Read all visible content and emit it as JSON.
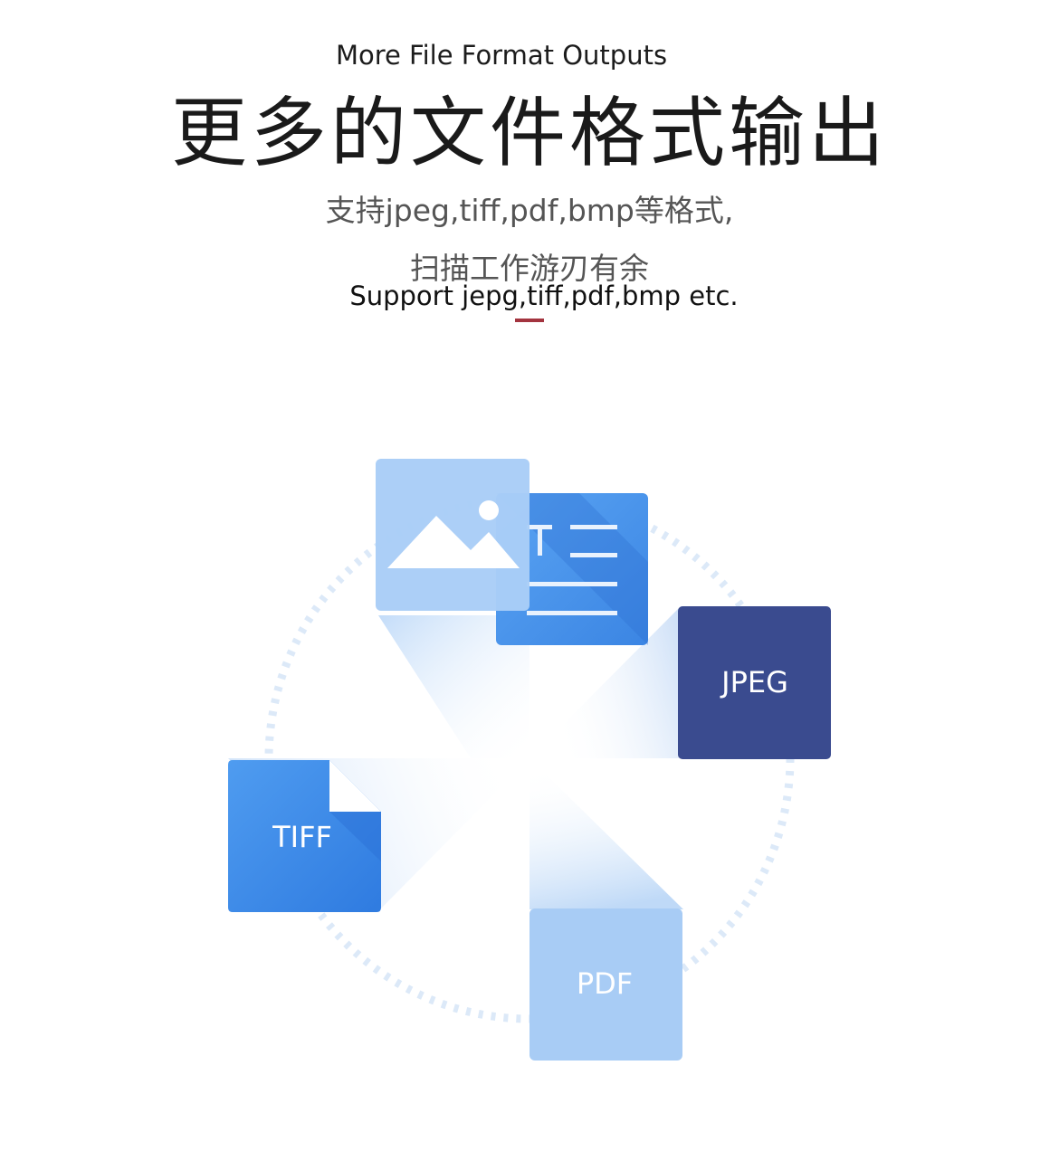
{
  "header": {
    "subtitle_en": "More File Format Outputs",
    "title_zh": "更多的文件格式输出"
  },
  "description": {
    "line1_zh": "支持jpeg,tiff,pdf,bmp等格式,",
    "line2_zh": "扫描工作游刃有余",
    "line_en": "Support jepg,tiff,pdf,bmp etc."
  },
  "files": {
    "jpeg": "JPEG",
    "tiff": "TIFF",
    "pdf": "PDF"
  },
  "icons": [
    "image-file-icon",
    "text-document-icon",
    "jpeg-file-icon",
    "tiff-file-icon",
    "pdf-file-icon"
  ],
  "colors": {
    "accent": "#a3343f",
    "image_tile": "#a9cdf7",
    "document_tile": "#4a90e2",
    "jpeg_tile": "#3a4b8f",
    "tiff_tile": "#3f8ae6",
    "pdf_tile": "#a8ccf5",
    "dotted_ring": "#dce9f8"
  }
}
